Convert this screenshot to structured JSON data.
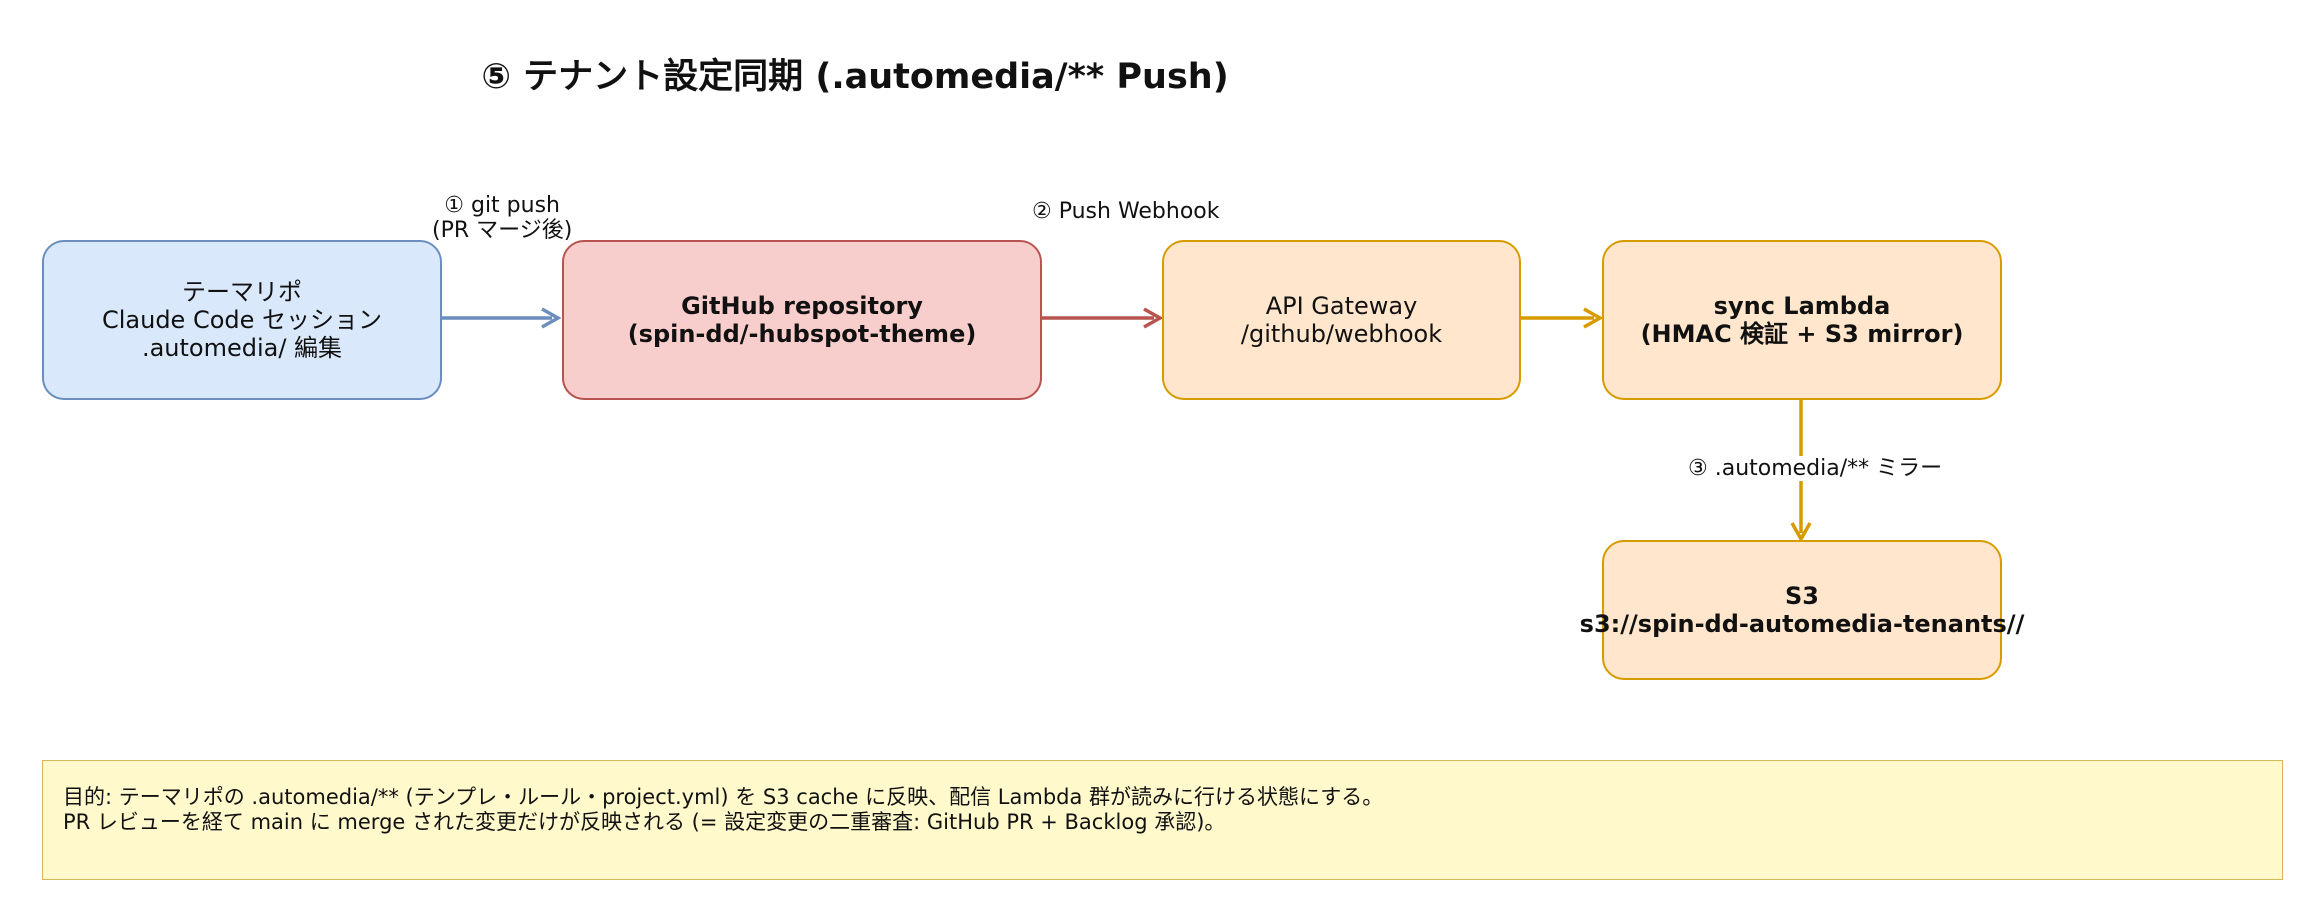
{
  "title": "⑤ テナント設定同期 (.automedia/** Push)",
  "nodes": {
    "theme_repo": {
      "line1": "テーマリポ",
      "line2": "Claude Code セッション",
      "line3": ".automedia/ 編集",
      "fill": "#dae8fc",
      "stroke": "#6c8ebf"
    },
    "github_repo": {
      "line1": "GitHub repository",
      "line2": "(spin-dd/-hubspot-theme)",
      "fill": "#f8cecc",
      "stroke": "#b85450"
    },
    "api_gateway": {
      "line1": "API Gateway",
      "line2": "/github/webhook",
      "fill": "#ffe6cc",
      "stroke": "#d79b00"
    },
    "sync_lambda": {
      "line1": "sync Lambda",
      "line2": "(HMAC 検証 + S3 mirror)",
      "fill": "#ffe6cc",
      "stroke": "#d79b00"
    },
    "s3": {
      "line1": "S3",
      "line2": "s3://spin-dd-automedia-tenants//",
      "fill": "#ffe6cc",
      "stroke": "#d79b00"
    }
  },
  "edges": {
    "git_push": {
      "line1": "① git push",
      "line2": "(PR マージ後)",
      "color": "#6c8ebf"
    },
    "push_webhook": {
      "line1": "② Push Webhook",
      "color": "#b85450"
    },
    "gateway_to_lambda": {
      "color": "#d79b00"
    },
    "mirror": {
      "line1": "③ .automedia/** ミラー",
      "color": "#d79b00"
    }
  },
  "note": {
    "line1": "目的: テーマリポの .automedia/** (テンプレ・ルール・project.yml) を S3 cache に反映、配信 Lambda 群が読みに行ける状態にする。",
    "line2": "PR レビューを経て main に merge された変更だけが反映される (= 設定変更の二重審査: GitHub PR + Backlog 承認)。",
    "fill": "#fff9cc",
    "stroke": "#d6b656"
  }
}
